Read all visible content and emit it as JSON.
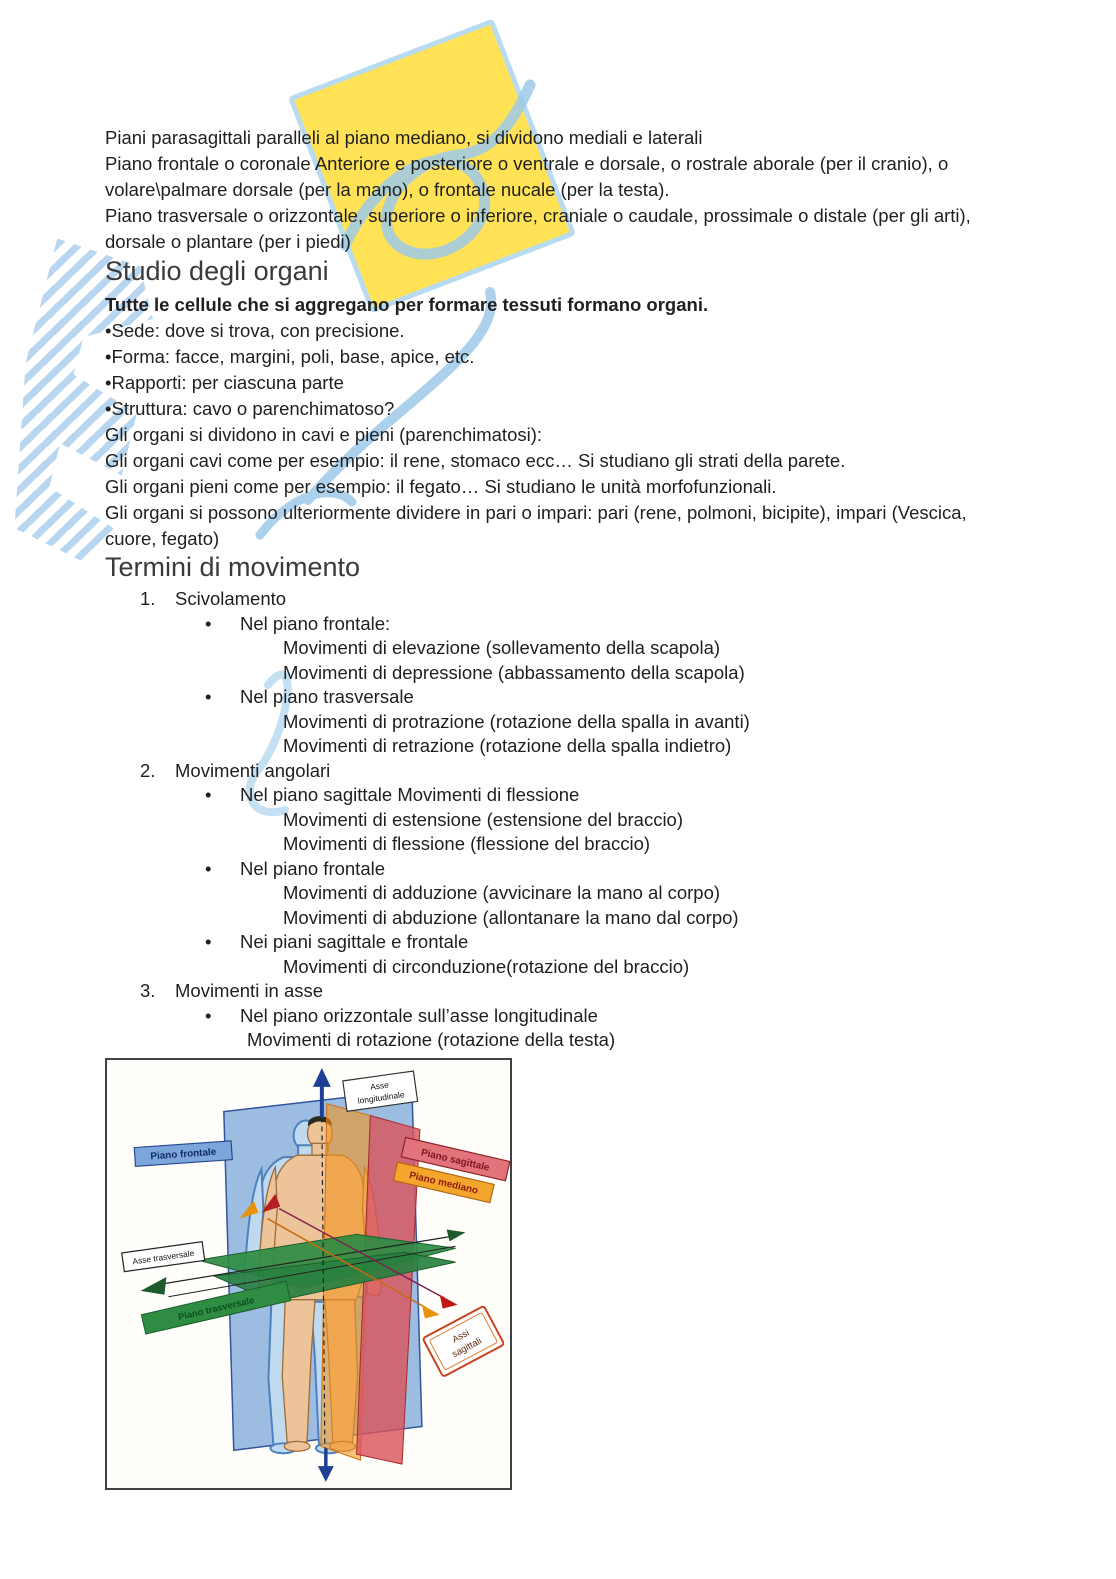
{
  "intro": {
    "lines": [
      "Piani parasagittali paralleli al piano mediano, si dividono mediali e laterali",
      "Piano frontale o coronale Anteriore e posteriore o ventrale e dorsale, o rostrale aborale (per il cranio), o",
      "volare\\palmare dorsale (per la mano), o frontale nucale (per la testa).",
      "Piano trasversale o orizzontale, superiore o inferiore, craniale o caudale, prossimale o distale (per gli arti),",
      "dorsale o plantare (per i piedi)"
    ]
  },
  "organs": {
    "heading": "Studio degli organi",
    "lead_bold": "Tutte le cellule che si aggregano per formare tessuti formano organi.",
    "bullet_char": "•",
    "bullets": [
      "Sede: dove si trova, con precisione.",
      "Forma: facce, margini, poli, base, apice, etc.",
      "Rapporti: per ciascuna parte",
      "Struttura: cavo o parenchimatoso?"
    ],
    "paragraph_lines": [
      "Gli organi si dividono in cavi e pieni (parenchimatosi):",
      "Gli organi cavi come per esempio: il rene, stomaco ecc… Si studiano gli strati della parete.",
      "Gli organi pieni come per esempio: il fegato… Si studiano le unità morfofunzionali.",
      "Gli organi si possono ulteriormente dividere in pari o impari: pari (rene, polmoni, bicipite), impari (Vescica,",
      "cuore, fegato)"
    ]
  },
  "movements": {
    "heading": "Termini di movimento",
    "bullet_char": "•",
    "items": [
      {
        "number": "1.",
        "label": "Scivolamento",
        "sub": [
          {
            "bullet": "Nel piano frontale:",
            "lines": [
              "Movimenti di elevazione (sollevamento della scapola)",
              "Movimenti di depressione (abbassamento della scapola)"
            ]
          },
          {
            "bullet": "Nel piano trasversale",
            "lines": [
              "Movimenti di protrazione (rotazione della spalla in avanti)",
              "Movimenti di retrazione (rotazione della spalla indietro)"
            ]
          }
        ]
      },
      {
        "number": "2.",
        "label": "Movimenti angolari",
        "sub": [
          {
            "bullet": "Nel piano sagittale Movimenti di flessione",
            "lines": [
              "Movimenti di estensione (estensione del braccio)",
              "Movimenti di flessione (flessione del braccio)"
            ]
          },
          {
            "bullet": "Nel piano frontale",
            "lines": [
              "Movimenti di adduzione (avvicinare la mano al corpo)",
              "Movimenti di abduzione (allontanare la mano dal corpo)"
            ]
          },
          {
            "bullet": "Nei piani sagittale e frontale",
            "lines": [
              "Movimenti di circonduzione(rotazione del braccio)"
            ]
          }
        ]
      },
      {
        "number": "3.",
        "label": "Movimenti in asse",
        "sub": [
          {
            "bullet": "Nel piano orizzontale sull’asse longitudinale",
            "lines": [
              "Movimenti di rotazione (rotazione della testa)"
            ]
          }
        ]
      }
    ]
  },
  "diagram": {
    "labels": {
      "asse_longitudinale_1": "Asse",
      "asse_longitudinale_2": "longitudinale",
      "piano_frontale": "Piano frontale",
      "piano_sagittale": "Piano sagittale",
      "piano_mediano": "Piano mediano",
      "asse_trasversale": "Asse trasversale",
      "piano_trasversale": "Piano trasversale",
      "assi_sagittali_1": "Assi",
      "assi_sagittali_2": "sagittali"
    },
    "colors": {
      "frontal_plane": "#8fb3dd",
      "median_plane": "#f3941f",
      "sagittal_plane": "#d9565c",
      "transverse_plane": "#2e8c43",
      "skin": "#edc39a",
      "silhouette_echo": "#bfd9ee",
      "axis_blue": "#1d3f94",
      "axis_green": "#1c5a2b",
      "axis_red": "#c01818",
      "axis_orange": "#e8920c"
    }
  },
  "watermark": {
    "yellow": "#ffe14d",
    "light_blue": "#9dc9e9"
  }
}
